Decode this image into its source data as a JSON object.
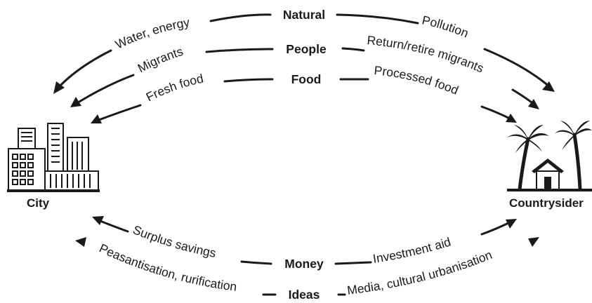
{
  "places": {
    "city": "City",
    "countryside": "Countrysider"
  },
  "flows": {
    "natural": {
      "category": "Natural",
      "to_city": "Water, energy",
      "to_countryside": "Pollution"
    },
    "people": {
      "category": "People",
      "to_city": "Migrants",
      "to_countryside": "Return/retire migrants"
    },
    "food": {
      "category": "Food",
      "to_city": "Fresh food",
      "to_countryside": "Processed food"
    },
    "money": {
      "category": "Money",
      "to_city": "Surplus savings",
      "to_countryside": "Investment aid"
    },
    "ideas": {
      "category": "Ideas",
      "to_city": "Peasantisation, rurification",
      "to_countryside": "Media, cultural urbanisation"
    }
  }
}
